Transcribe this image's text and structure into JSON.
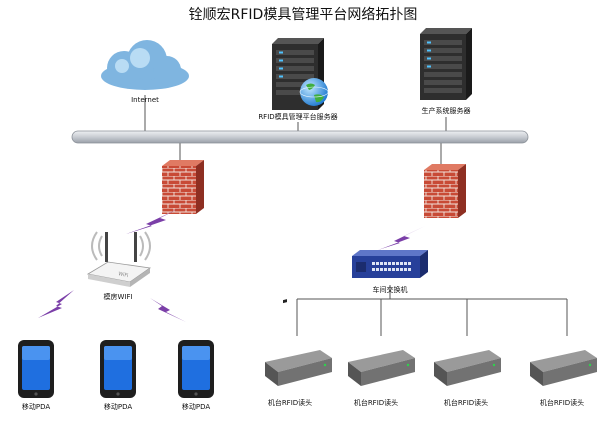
{
  "title": "铨顺宏RFID模具管理平台网络拓扑图",
  "nodes": {
    "internet": "Internet",
    "rfid_server": "RFID模具管理平台服务器",
    "production_server": "生产系统服务器",
    "mold_wifi": "模房WIFI",
    "workshop_switch": "车间交换机",
    "pda_1": "移动PDA",
    "pda_2": "移动PDA",
    "pda_3": "移动PDA",
    "reader_1": "机台RFID读头",
    "reader_2": "机台RFID读头",
    "reader_3": "机台RFID读头",
    "reader_4": "机台RFID读头"
  },
  "colors": {
    "backbone": "#c8ccd2",
    "cloud": "#7fb5e0",
    "firewall": "#c84a36",
    "wireless": "#7b3fa8",
    "switch": "#27409a",
    "pda_screen": "#1f6fe0",
    "server": "#2a2a2a"
  }
}
